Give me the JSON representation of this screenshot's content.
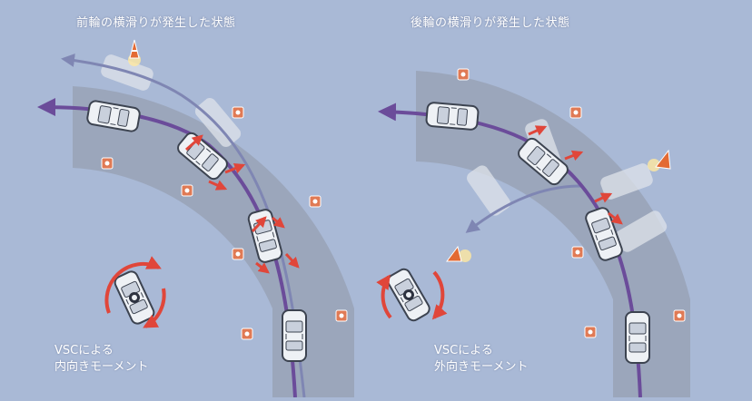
{
  "top_fragment": "",
  "panels": {
    "left": {
      "title": "前輪の横滑りが発生した状態",
      "caption_line1": "VSCによる",
      "caption_line2": "内向きモーメント"
    },
    "right": {
      "title": "後輪の横滑りが発生した状態",
      "caption_line1": "VSCによる",
      "caption_line2": "外向きモーメント"
    }
  },
  "colors": {
    "background": "#a9b9d6",
    "road": "#8f97a5",
    "trajectory": "#6b4c9a",
    "skid_path": "#7f86b3",
    "force_arrow": "#e0463a",
    "cone": "#e36a33",
    "car_body": "#eef1f5",
    "car_outline": "#3c4350"
  },
  "icons": [
    "traffic-cone-icon",
    "road-marker-icon",
    "rotation-arrow-icon",
    "car-icon"
  ]
}
